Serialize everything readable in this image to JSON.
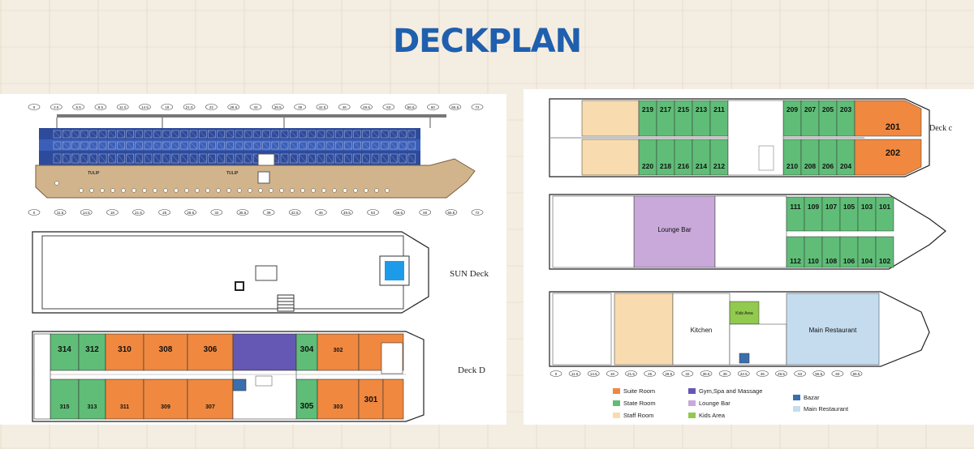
{
  "title": "DECKPLAN",
  "colors": {
    "suite": "#f0883f",
    "state": "#5fbd77",
    "staff": "#f8dcb0",
    "gym": "#6458b4",
    "lounge": "#c8a9d9",
    "kids": "#92c94f",
    "bazar": "#3a6fae",
    "restaurant": "#c5dcef",
    "title": "#1f5fae"
  },
  "deck_labels": {
    "sun": "SUN Deck",
    "d": "Deck D",
    "c": "Deck c"
  },
  "frames_top": [
    "0",
    "2.5",
    "5.5",
    "8.5",
    "11.0",
    "14.5",
    "18",
    "21.0",
    "22",
    "28.5",
    "32",
    "35.5",
    "39",
    "42.5",
    "46",
    "49.5",
    "53",
    "56.5",
    "60",
    "65.5",
    "72"
  ],
  "frames_bottom": [
    "0",
    "11.5",
    "14.5",
    "18",
    "21.5",
    "25",
    "28.5",
    "32",
    "35.5",
    "39",
    "42.5",
    "46",
    "49.5",
    "53",
    "56.5",
    "60",
    "65.5",
    "72"
  ],
  "frames_right": [
    "0",
    "11.5",
    "14.5",
    "18",
    "21.5",
    "25",
    "28.5",
    "32",
    "35.5",
    "39",
    "42.5",
    "46",
    "49.5",
    "53",
    "56.5",
    "60",
    "65.5"
  ],
  "ship_branding": [
    "TULIP",
    "TULIP"
  ],
  "deck_d": {
    "top_rooms": [
      "314",
      "312",
      "310",
      "308",
      "306",
      "304",
      "302"
    ],
    "bottom_rooms": [
      "315",
      "313",
      "311",
      "309",
      "307",
      "305",
      "303",
      "301"
    ]
  },
  "deck_c": {
    "top_state": [
      "219",
      "217",
      "215",
      "213",
      "211",
      "209",
      "207",
      "205",
      "203"
    ],
    "bottom_state": [
      "220",
      "218",
      "216",
      "214",
      "212",
      "210",
      "208",
      "206",
      "204"
    ],
    "suites": [
      "201",
      "202"
    ]
  },
  "deck_b": {
    "top": [
      "111",
      "109",
      "107",
      "105",
      "103",
      "101"
    ],
    "bottom": [
      "112",
      "110",
      "108",
      "106",
      "104",
      "102"
    ],
    "lounge": "Lounge Bar"
  },
  "deck_a": {
    "kitchen": "Kitchen",
    "kids": "Kids Area",
    "restaurant": "Main Restaurant"
  },
  "legend": [
    {
      "label": "Suite Room",
      "color": "#f0883f"
    },
    {
      "label": "State Room",
      "color": "#5fbd77"
    },
    {
      "label": "Staff Room",
      "color": "#f8dcb0"
    },
    {
      "label": "Gym,Spa and Massage",
      "color": "#6458b4"
    },
    {
      "label": "Lounge Bar",
      "color": "#c8a9d9"
    },
    {
      "label": "Kids Area",
      "color": "#92c94f"
    },
    {
      "label": "Bazar",
      "color": "#3a6fae"
    },
    {
      "label": "Main Restaurant",
      "color": "#c5dcef"
    }
  ]
}
